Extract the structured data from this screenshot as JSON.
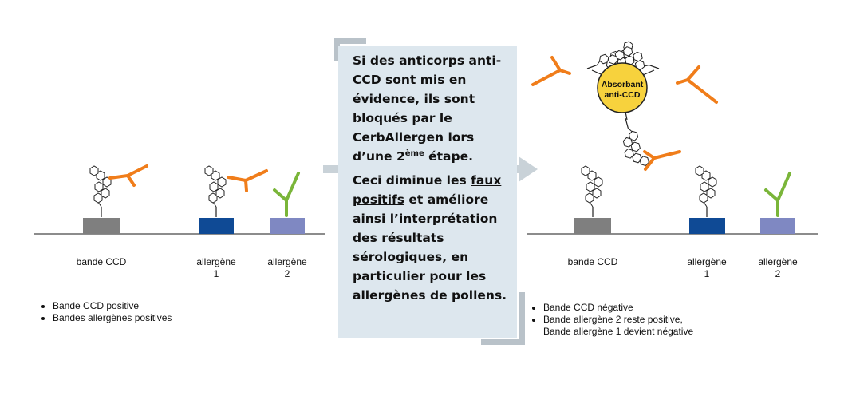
{
  "left_panel": {
    "band_ccd_label": "bande CCD",
    "allergen1_label_line1": "allergène",
    "allergen1_label_line2": "1",
    "allergen2_label_line1": "allergène",
    "allergen2_label_line2": "2",
    "bullets": [
      "Bande CCD positive",
      "Bandes allergènes positives"
    ]
  },
  "callout": {
    "para1": "Si des anticorps anti-CCD sont mis en évidence, ils sont bloqués par le CerbAllergen lors d’une 2",
    "para1_sup": "ème",
    "para1_end": " étape.",
    "para2_start": "Ceci diminue les ",
    "para2_underlined": "faux positifs",
    "para2_end": " et améliore ainsi l’interprétation des résultats sérologiques, en particulier pour les allergènes de pollens."
  },
  "right_panel": {
    "absorbant_line1": "Absorbant",
    "absorbant_line2": "anti-CCD",
    "band_ccd_label": "bande CCD",
    "allergen1_label_line1": "allergène",
    "allergen1_label_line2": "1",
    "allergen2_label_line1": "allergène",
    "allergen2_label_line2": "2",
    "bullets": [
      "Bande CCD négative",
      "Bande allergène 2 reste positive,",
      "Bande allergène 1 devient négative"
    ]
  },
  "colors": {
    "ccd_band": "#7f7f7f",
    "allergen1_band": "#0f4a95",
    "allergen2_band": "#7f88c2",
    "anti_ccd_antibody": "#f07d1a",
    "allergen_antibody": "#7ab539",
    "absorbant_bead": "#f7d23d",
    "callout_bg": "#dde7ee",
    "arrow": "#c9d2d8"
  },
  "icons": [
    "ccd-glycan-icon",
    "y-antibody-icon",
    "arrow-right-icon",
    "absorbant-bead-icon"
  ]
}
